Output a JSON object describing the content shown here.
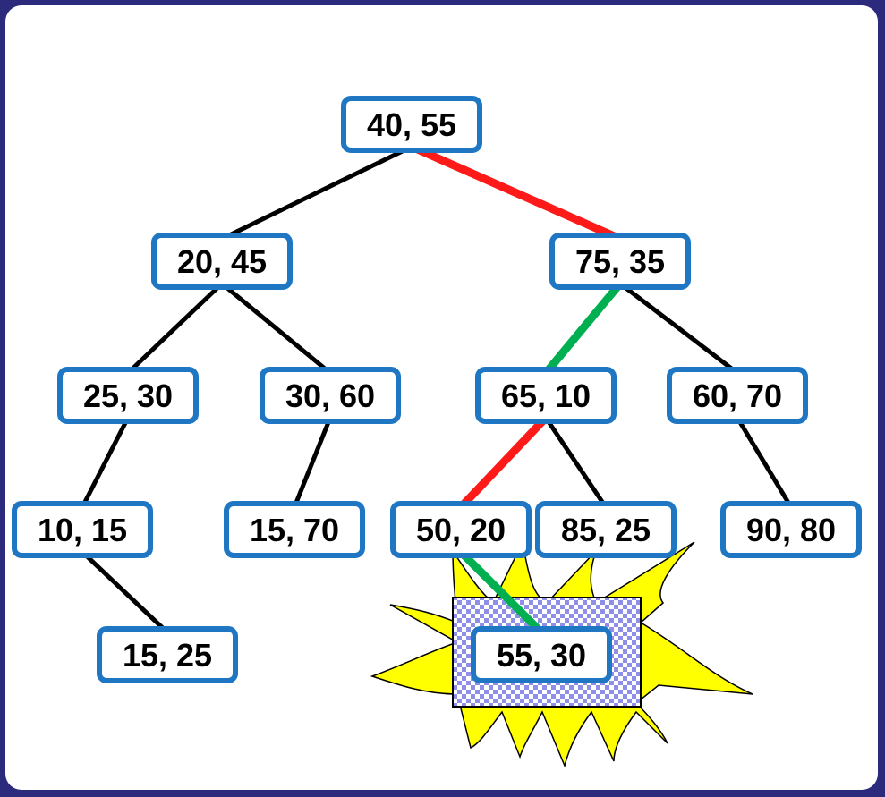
{
  "tree": {
    "colors": {
      "background": "#2b2a7c",
      "node_border": "#1f77c4",
      "edge_default": "#000000",
      "edge_red": "#ff1a1a",
      "edge_green": "#00b050",
      "burst_fill": "#ffff00",
      "highlight_box": "#b9b9ff"
    },
    "nodes": [
      {
        "id": "n-40-55",
        "label": "40, 55"
      },
      {
        "id": "n-20-45",
        "label": "20, 45"
      },
      {
        "id": "n-75-35",
        "label": "75, 35"
      },
      {
        "id": "n-25-30",
        "label": "25, 30"
      },
      {
        "id": "n-30-60",
        "label": "30, 60"
      },
      {
        "id": "n-65-10",
        "label": "65, 10"
      },
      {
        "id": "n-60-70",
        "label": "60, 70"
      },
      {
        "id": "n-10-15",
        "label": "10, 15"
      },
      {
        "id": "n-15-70",
        "label": "15, 70"
      },
      {
        "id": "n-50-20",
        "label": "50, 20"
      },
      {
        "id": "n-85-25",
        "label": "85, 25"
      },
      {
        "id": "n-90-80",
        "label": "90, 80"
      },
      {
        "id": "n-15-25",
        "label": "15, 25"
      },
      {
        "id": "n-55-30",
        "label": "55, 30",
        "highlighted": true
      }
    ],
    "edges": [
      {
        "from": "n-40-55",
        "to": "n-20-45",
        "color": "black"
      },
      {
        "from": "n-40-55",
        "to": "n-75-35",
        "color": "red"
      },
      {
        "from": "n-20-45",
        "to": "n-25-30",
        "color": "black"
      },
      {
        "from": "n-20-45",
        "to": "n-30-60",
        "color": "black"
      },
      {
        "from": "n-75-35",
        "to": "n-65-10",
        "color": "green"
      },
      {
        "from": "n-75-35",
        "to": "n-60-70",
        "color": "black"
      },
      {
        "from": "n-25-30",
        "to": "n-10-15",
        "color": "black"
      },
      {
        "from": "n-30-60",
        "to": "n-15-70",
        "color": "black"
      },
      {
        "from": "n-65-10",
        "to": "n-50-20",
        "color": "red"
      },
      {
        "from": "n-65-10",
        "to": "n-85-25",
        "color": "black"
      },
      {
        "from": "n-60-70",
        "to": "n-90-80",
        "color": "black"
      },
      {
        "from": "n-10-15",
        "to": "n-15-25",
        "color": "black"
      },
      {
        "from": "n-50-20",
        "to": "n-55-30",
        "color": "green"
      }
    ]
  }
}
